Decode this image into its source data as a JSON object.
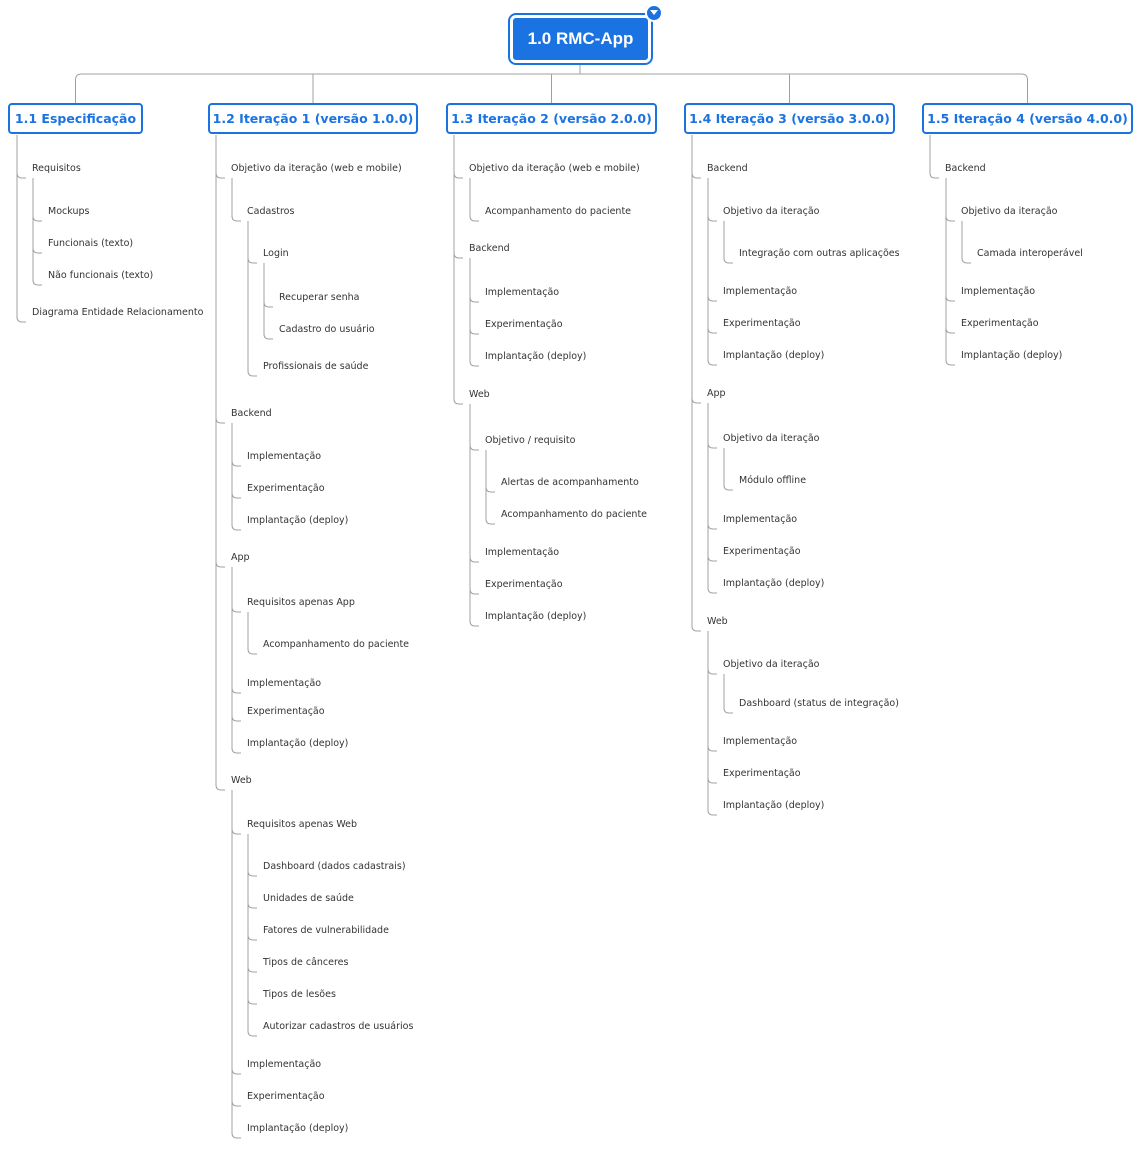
{
  "root": {
    "label": "1.0 RMC-App"
  },
  "branches": [
    {
      "label": "1.1 Especificação",
      "children": [
        {
          "label": "Requisitos",
          "children": [
            {
              "label": "Mockups"
            },
            {
              "label": "Funcionais (texto)"
            },
            {
              "label": "Não funcionais (texto)"
            }
          ]
        },
        {
          "label": "Diagrama Entidade Relacionamento"
        }
      ]
    },
    {
      "label": "1.2 Iteração 1 (versão 1.0.0)",
      "children": [
        {
          "label": "Objetivo da iteração (web e mobile)",
          "children": [
            {
              "label": "Cadastros",
              "children": [
                {
                  "label": "Login",
                  "children": [
                    {
                      "label": "Recuperar senha"
                    },
                    {
                      "label": "Cadastro do usuário"
                    }
                  ]
                },
                {
                  "label": "Profissionais de saúde"
                }
              ]
            }
          ]
        },
        {
          "label": "Backend",
          "children": [
            {
              "label": "Implementação"
            },
            {
              "label": "Experimentação"
            },
            {
              "label": "Implantação (deploy)"
            }
          ]
        },
        {
          "label": "App",
          "children": [
            {
              "label": "Requisitos apenas App",
              "children": [
                {
                  "label": "Acompanhamento do paciente"
                }
              ]
            },
            {
              "label": "Implementação"
            },
            {
              "label": "Experimentação"
            },
            {
              "label": "Implantação (deploy)"
            }
          ]
        },
        {
          "label": "Web",
          "children": [
            {
              "label": "Requisitos apenas Web",
              "children": [
                {
                  "label": "Dashboard (dados cadastrais)"
                },
                {
                  "label": "Unidades de saúde"
                },
                {
                  "label": "Fatores de vulnerabilidade"
                },
                {
                  "label": "Tipos de cânceres"
                },
                {
                  "label": "Tipos de lesões"
                },
                {
                  "label": "Autorizar cadastros de usuários"
                }
              ]
            },
            {
              "label": "Implementação"
            },
            {
              "label": "Experimentação"
            },
            {
              "label": "Implantação (deploy)"
            }
          ]
        }
      ]
    },
    {
      "label": "1.3 Iteração 2 (versão 2.0.0)",
      "children": [
        {
          "label": "Objetivo da iteração (web e mobile)",
          "children": [
            {
              "label": "Acompanhamento do paciente"
            }
          ]
        },
        {
          "label": "Backend",
          "children": [
            {
              "label": "Implementação"
            },
            {
              "label": "Experimentação"
            },
            {
              "label": "Implantação (deploy)"
            }
          ]
        },
        {
          "label": "Web",
          "children": [
            {
              "label": "Objetivo / requisito",
              "children": [
                {
                  "label": "Alertas de acompanhamento"
                },
                {
                  "label": "Acompanhamento do paciente"
                }
              ]
            },
            {
              "label": "Implementação"
            },
            {
              "label": "Experimentação"
            },
            {
              "label": "Implantação (deploy)"
            }
          ]
        }
      ]
    },
    {
      "label": "1.4 Iteração 3 (versão 3.0.0)",
      "children": [
        {
          "label": "Backend",
          "children": [
            {
              "label": "Objetivo da iteração",
              "children": [
                {
                  "label": "Integração com outras aplicações"
                }
              ]
            },
            {
              "label": "Implementação"
            },
            {
              "label": "Experimentação"
            },
            {
              "label": "Implantação (deploy)"
            }
          ]
        },
        {
          "label": "App",
          "children": [
            {
              "label": "Objetivo da iteração",
              "children": [
                {
                  "label": "Módulo offline"
                }
              ]
            },
            {
              "label": "Implementação"
            },
            {
              "label": "Experimentação"
            },
            {
              "label": "Implantação (deploy)"
            }
          ]
        },
        {
          "label": "Web",
          "children": [
            {
              "label": "Objetivo da iteração",
              "children": [
                {
                  "label": "Dashboard (status de integração)"
                }
              ]
            },
            {
              "label": "Implementação"
            },
            {
              "label": "Experimentação"
            },
            {
              "label": "Implantação (deploy)"
            }
          ]
        }
      ]
    },
    {
      "label": "1.5 Iteração 4 (versão 4.0.0)",
      "children": [
        {
          "label": "Backend",
          "children": [
            {
              "label": "Objetivo da iteração",
              "children": [
                {
                  "label": "Camada interoperável"
                }
              ]
            },
            {
              "label": "Implementação"
            },
            {
              "label": "Experimentação"
            },
            {
              "label": "Implantação (deploy)"
            }
          ]
        }
      ]
    }
  ],
  "colors": {
    "accent": "#1a73e0",
    "line": "#a0a0a0",
    "text": "#333333"
  },
  "icons": {
    "collapse": "chevron-down-icon"
  }
}
